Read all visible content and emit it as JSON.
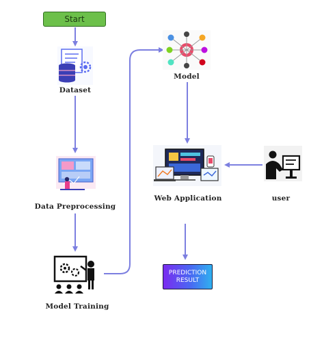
{
  "nodes": {
    "start": "Start",
    "dataset": "Dataset",
    "preprocessing": "Data Preprocessing",
    "training": "Model Training",
    "model": "Model",
    "webapp": "Web Application",
    "user": "user",
    "result_line1": "PREDICTION",
    "result_line2": "RESULT"
  },
  "icons": {
    "dataset": "database-gear-icon",
    "preprocessing": "dashboard-person-icon",
    "training": "presentation-gears-icon",
    "model": "brain-network-icon",
    "webapp": "devices-icon",
    "user": "user-computer-icon"
  },
  "colors": {
    "arrow": "#7c7fe0",
    "start_fill": "#6cc04a",
    "result_gradient_start": "#7a2cf0",
    "result_gradient_end": "#2fb0f0"
  }
}
